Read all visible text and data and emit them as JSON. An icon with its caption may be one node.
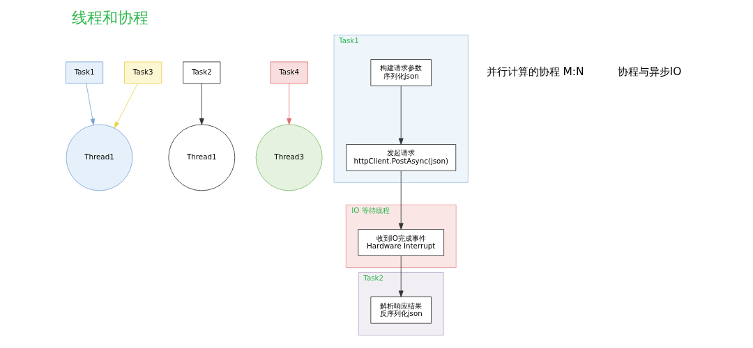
{
  "diagram": {
    "title": "线程和协程",
    "nodes": [
      {
        "text": [
          "Task1"
        ]
      },
      {
        "text": [
          "Task2"
        ]
      },
      {
        "text": [
          "Task3"
        ]
      },
      {
        "text": [
          "Task4"
        ]
      },
      {
        "text": [
          "Thread1"
        ]
      },
      {
        "text": [
          "Thread1"
        ]
      },
      {
        "text": [
          "Thread3"
        ]
      },
      {
        "text": [
          "Task1"
        ]
      },
      {
        "text": [
          "构建请求参数",
          "序列化json"
        ],
        "in": 7
      },
      {
        "text": [
          "发起请求",
          "httpClient.PostAsync(json)"
        ],
        "in": 7
      },
      {
        "text": [
          "IO 等待线程"
        ]
      },
      {
        "text": [
          "收到IO完成事件",
          "Hardware Interrupt"
        ],
        "in": 10
      },
      {
        "text": [
          "Task2"
        ]
      },
      {
        "text": [
          "解析响应结果",
          "反序列化json"
        ],
        "in": 12
      }
    ],
    "edges": [
      {
        "from": 0,
        "to": 5,
        "arrow": "to",
        "color": "#7ea6d8"
      },
      {
        "from": 1,
        "to": 4,
        "arrow": "to"
      },
      {
        "from": 2,
        "to": 5,
        "arrow": "to",
        "color": "#e8d44d"
      },
      {
        "from": 3,
        "to": 6,
        "arrow": "to",
        "color": "#e07070"
      },
      {
        "from": 8,
        "to": 9,
        "arrow": "to"
      },
      {
        "from": 9,
        "to": 11,
        "arrow": "to"
      },
      {
        "from": 11,
        "to": 13,
        "arrow": "to"
      }
    ],
    "labels": [
      "并行计算的协程 M:N",
      "协程与异步IO"
    ]
  }
}
